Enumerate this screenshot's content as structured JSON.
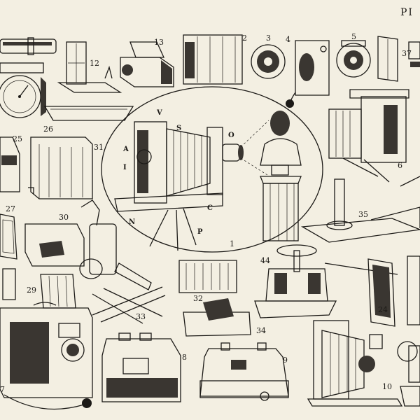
{
  "plate": {
    "title_fragment": "PI",
    "background_color": "#f3efe2",
    "ink_color": "#1c1a17"
  },
  "figure_numbers": [
    "12",
    "13",
    "2",
    "3",
    "4",
    "5",
    "37",
    "25",
    "26",
    "31",
    "6",
    "27",
    "30",
    "1",
    "35",
    "29",
    "33",
    "32",
    "34",
    "44",
    "24",
    "8",
    "9",
    "10",
    "7"
  ],
  "letters": [
    "V",
    "S",
    "O",
    "A",
    "I",
    "N",
    "C",
    "P"
  ]
}
